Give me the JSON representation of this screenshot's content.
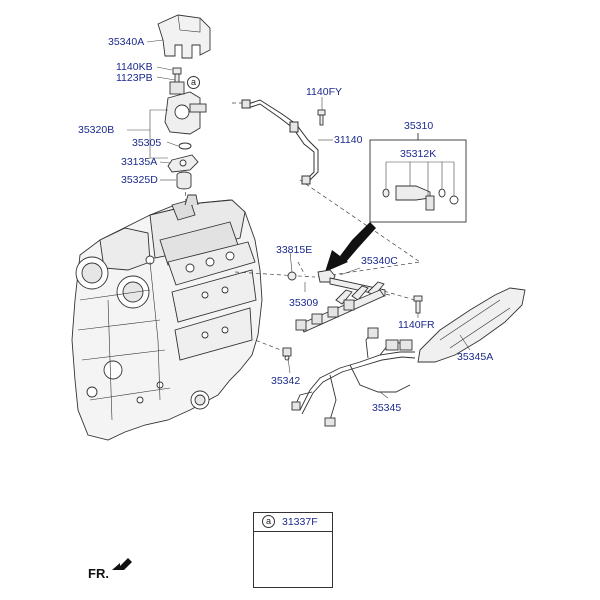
{
  "labels": {
    "p35340A": "35340A",
    "p1140KB": "1140KB",
    "p1123PB": "1123PB",
    "p35320B": "35320B",
    "p35305": "35305",
    "p33135A": "33135A",
    "p35325D": "35325D",
    "p1140FY": "1140FY",
    "p31140": "31140",
    "p35310": "35310",
    "p35312K": "35312K",
    "p33815E": "33815E",
    "p35340C": "35340C",
    "p35309": "35309",
    "p1140FR": "1140FR",
    "p35345A": "35345A",
    "p35342": "35342",
    "p35345": "35345",
    "p31337F": "31337F"
  },
  "callout": "a",
  "direction": "FR.",
  "colors": {
    "label": "#1c2a8c",
    "line": "#333333",
    "engine_fill": "#f4f4f4"
  },
  "icons": [
    "front-direction-arrow-icon",
    "callout-circle-icon"
  ]
}
